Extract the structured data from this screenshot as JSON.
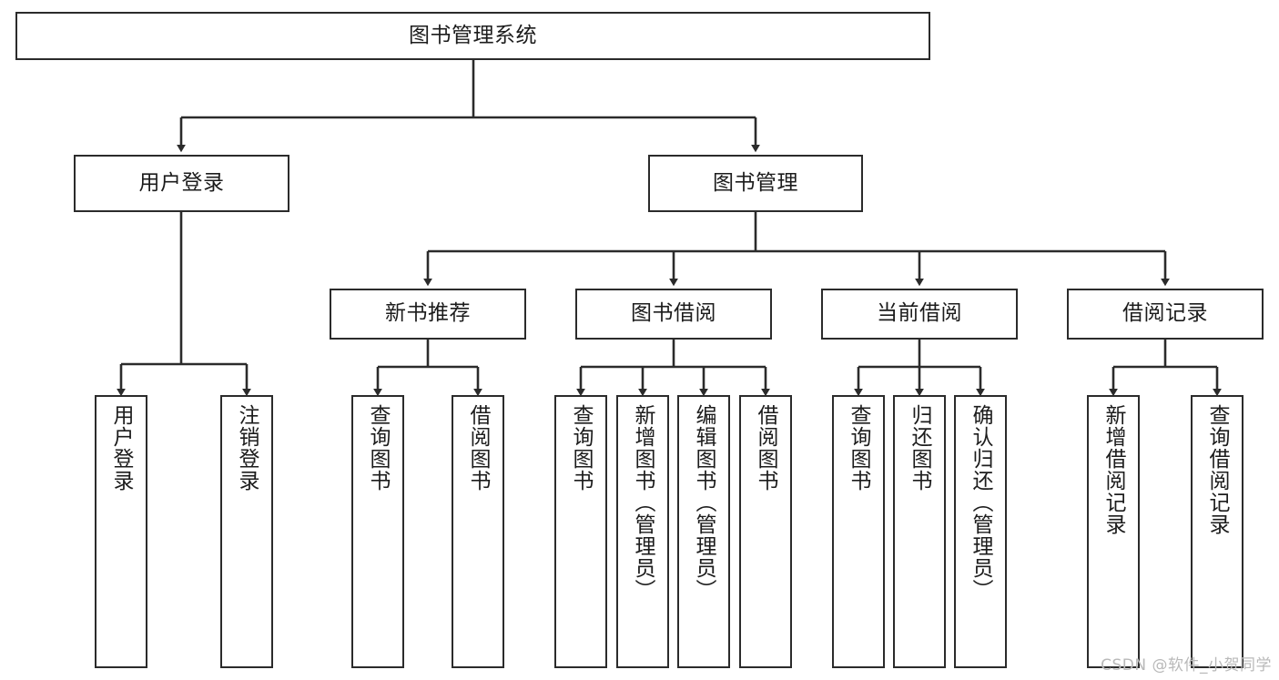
{
  "diagram": {
    "title": "图书管理系统",
    "type": "tree-hierarchy",
    "watermark": "CSDN @软件_小贺同学",
    "nodes": {
      "root": {
        "label": "图书管理系统"
      },
      "level2": [
        {
          "id": "user-login",
          "label": "用户登录"
        },
        {
          "id": "book-manage",
          "label": "图书管理"
        }
      ],
      "level3": [
        {
          "id": "new-book-recommend",
          "label": "新书推荐"
        },
        {
          "id": "book-borrow",
          "label": "图书借阅"
        },
        {
          "id": "current-borrow",
          "label": "当前借阅"
        },
        {
          "id": "borrow-record",
          "label": "借阅记录"
        }
      ],
      "leaves": [
        {
          "id": "leaf-user-login",
          "label": "用户登录",
          "parent": "user-login"
        },
        {
          "id": "leaf-logout-login",
          "label": "注销登录",
          "parent": "user-login"
        },
        {
          "id": "leaf-query-book-1",
          "label": "查询图书",
          "parent": "new-book-recommend"
        },
        {
          "id": "leaf-borrow-book-1",
          "label": "借阅图书",
          "parent": "new-book-recommend"
        },
        {
          "id": "leaf-query-book-2",
          "label": "查询图书",
          "parent": "book-borrow"
        },
        {
          "id": "leaf-add-book",
          "label": "新增图书（管理员）",
          "parent": "book-borrow"
        },
        {
          "id": "leaf-edit-book",
          "label": "编辑图书（管理员）",
          "parent": "book-borrow"
        },
        {
          "id": "leaf-borrow-book-2",
          "label": "借阅图书",
          "parent": "book-borrow"
        },
        {
          "id": "leaf-query-book-3",
          "label": "查询图书",
          "parent": "current-borrow"
        },
        {
          "id": "leaf-return-book",
          "label": "归还图书",
          "parent": "current-borrow"
        },
        {
          "id": "leaf-confirm-return",
          "label": "确认归还（管理员）",
          "parent": "current-borrow"
        },
        {
          "id": "leaf-add-record",
          "label": "新增借阅记录",
          "parent": "borrow-record"
        },
        {
          "id": "leaf-query-record",
          "label": "查询借阅记录",
          "parent": "borrow-record"
        }
      ]
    },
    "colors": {
      "stroke": "#2b2b2b",
      "fill": "#ffffff",
      "text": "#1c1c1c",
      "watermark": "#b9b9b9"
    }
  }
}
